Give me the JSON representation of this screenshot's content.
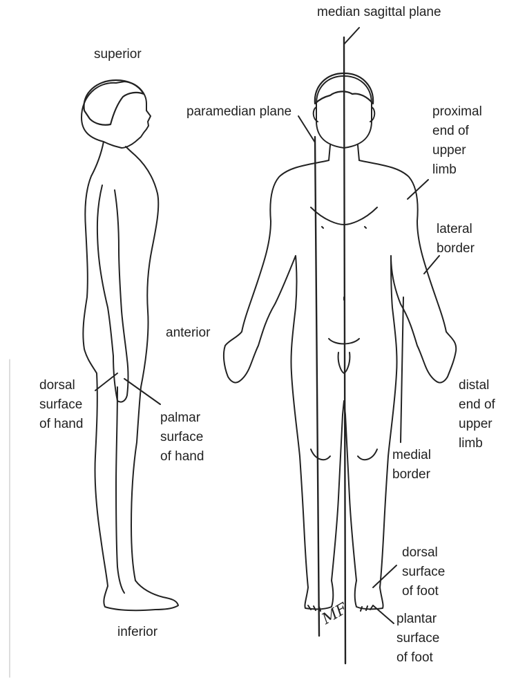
{
  "labels": {
    "median_sagittal_plane": "median sagittal plane",
    "superior": "superior",
    "paramedian_plane": "paramedian plane",
    "proximal_end": "proximal\nend of\nupper\nlimb",
    "lateral_border": "lateral\nborder",
    "anterior": "anterior",
    "dorsal_surface_hand": "dorsal\nsurface\nof hand",
    "palmar_surface_hand": "palmar\nsurface\nof hand",
    "distal_end": "distal\nend of\nupper\nlimb",
    "medial_border": "medial\nborder",
    "dorsal_surface_foot": "dorsal\nsurface\nof foot",
    "plantar_surface_foot": "plantar\nsurface\nof foot",
    "inferior": "inferior"
  },
  "artist_signature": "MF",
  "colors": {
    "ink": "#222222",
    "background": "#ffffff"
  }
}
